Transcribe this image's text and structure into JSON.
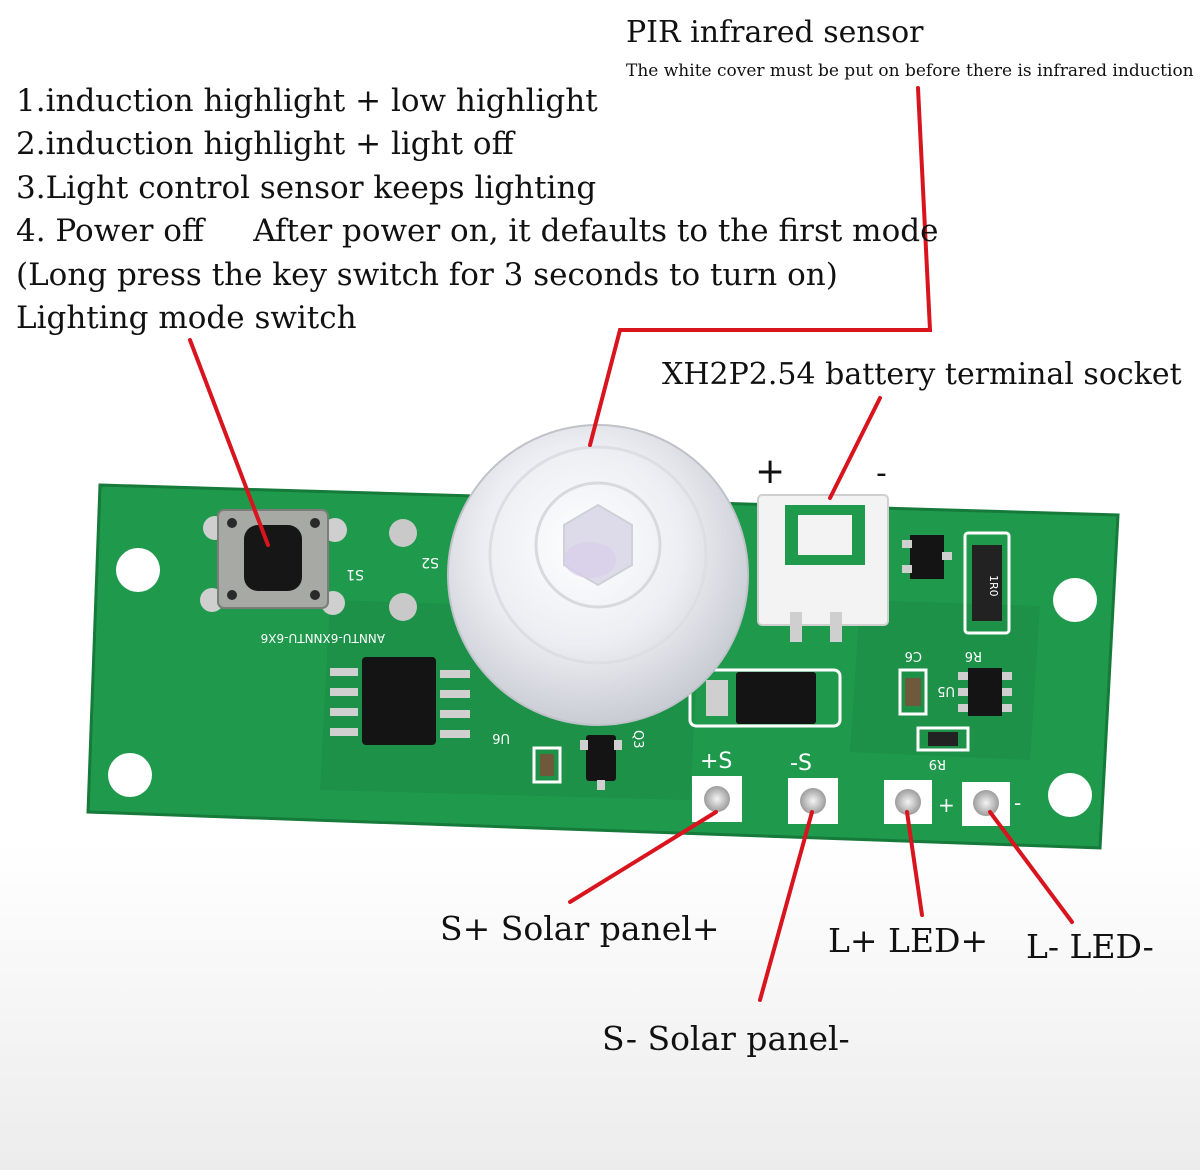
{
  "pir": {
    "title": "PIR infrared sensor",
    "note": "The white cover must be put on before there is infrared induction"
  },
  "modes": [
    "1.induction highlight + low highlight",
    "2.induction highlight + light off",
    "3.Light control sensor keeps lighting",
    "4. Power off     After power on, it defaults to the first mode",
    "(Long press the key switch for 3 seconds to turn on)",
    "Lighting mode switch"
  ],
  "battery_socket": {
    "label": "XH2P2.54 battery terminal socket",
    "plus": "+",
    "minus": "-"
  },
  "pads": {
    "s_plus": "S+ Solar panel+",
    "s_minus": "S- Solar panel-",
    "l_plus": "L+ LED+",
    "l_minus": "L- LED-"
  },
  "silkscreen": {
    "pad_s_plus": "+S",
    "pad_s_minus": "-S",
    "pad_l_plus": "+",
    "pad_l_minus": "-",
    "s1": "S1",
    "s2": "S2",
    "u6": "U6",
    "q3": "Q3",
    "u5": "U5",
    "c6": "C6",
    "r6": "R6",
    "r9": "R9",
    "r0": "1R0",
    "part_code": "ANNTU-6XNNTU-6X6"
  },
  "colors": {
    "pcb": "#1f9a4c",
    "pcb_dark": "#15803b",
    "leader": "#d8141e",
    "pad": "#c9c9c9",
    "chip": "#141414"
  }
}
